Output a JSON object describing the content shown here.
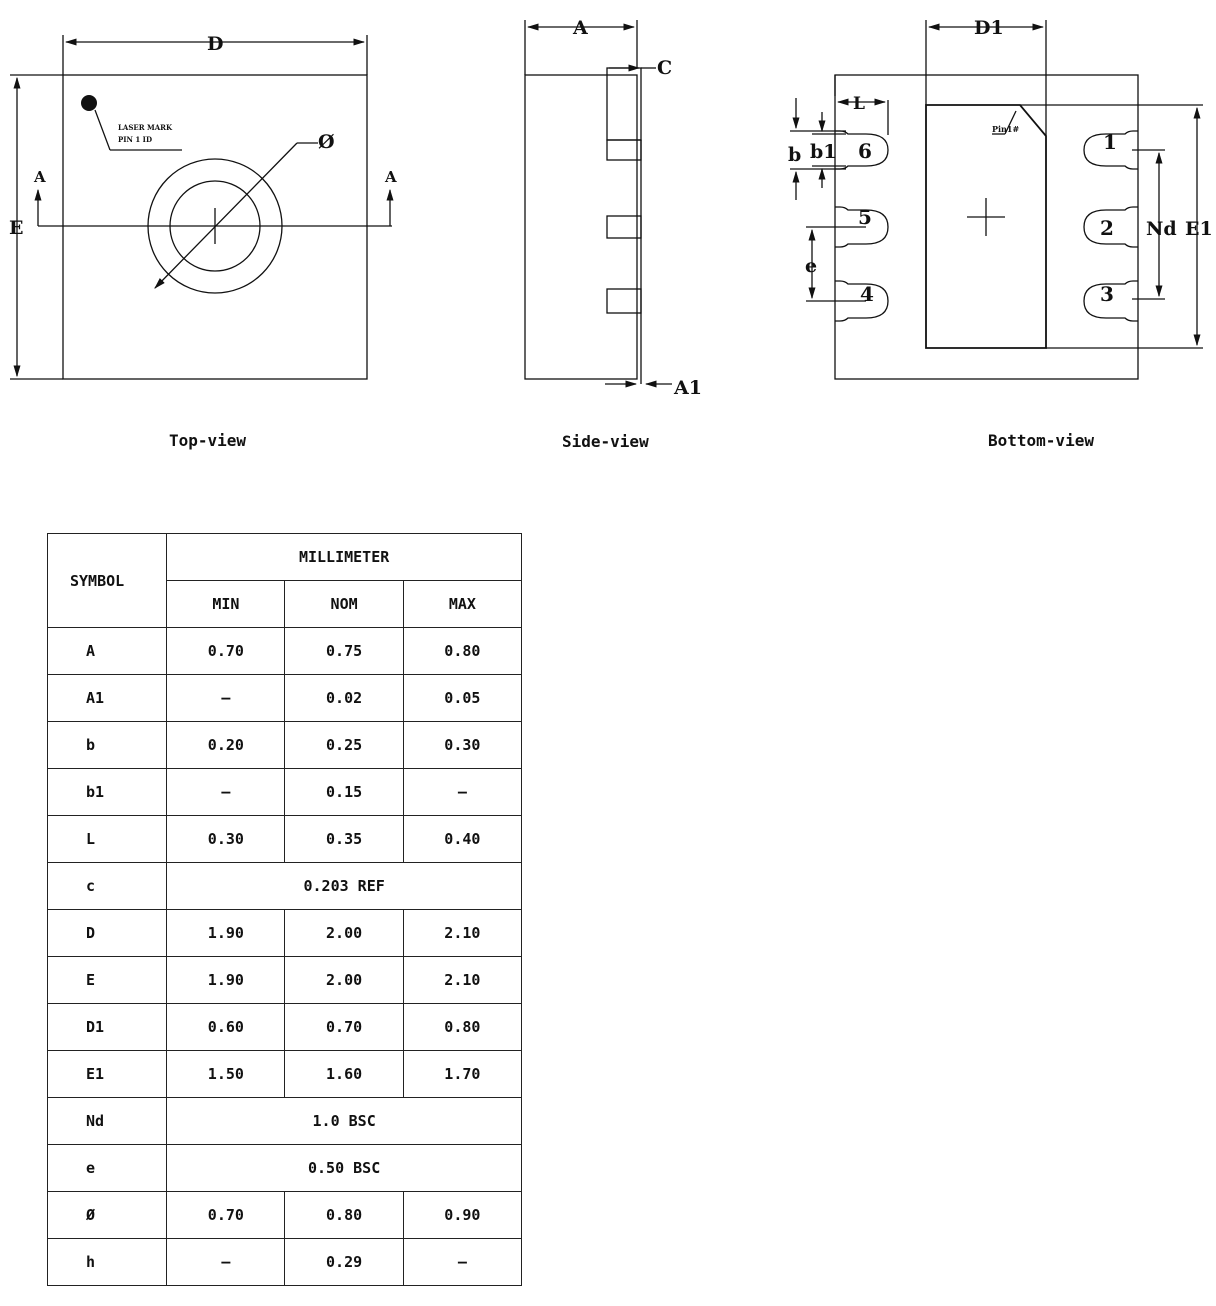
{
  "views": {
    "top": {
      "caption": "Top-view",
      "labels": {
        "D": "D",
        "E": "E",
        "phi": "Ø",
        "sectionA_left": "A",
        "sectionA_right": "A"
      },
      "laser_mark_line1": "LASER MARK",
      "laser_mark_line2": "PIN 1 ID"
    },
    "side": {
      "caption": "Side-view",
      "labels": {
        "A": "A",
        "C": "C",
        "A1": "A1"
      }
    },
    "bottom": {
      "caption": "Bottom-view",
      "labels": {
        "D1": "D1",
        "L": "L",
        "b": "b",
        "b1": "b1",
        "e": "e",
        "Nd": "Nd",
        "E1": "E1"
      },
      "pin1_tag": "Pin1#",
      "pins": [
        "1",
        "2",
        "3",
        "4",
        "5",
        "6"
      ]
    }
  },
  "table": {
    "symbol_header": "SYMBOL",
    "unit_header": "MILLIMETER",
    "min_header": "MIN",
    "nom_header": "NOM",
    "max_header": "MAX",
    "rows": [
      {
        "symbol": "A",
        "min": "0.70",
        "nom": "0.75",
        "max": "0.80"
      },
      {
        "symbol": "A1",
        "min": "—",
        "nom": "0.02",
        "max": "0.05"
      },
      {
        "symbol": "b",
        "min": "0.20",
        "nom": "0.25",
        "max": "0.30"
      },
      {
        "symbol": "b1",
        "min": "—",
        "nom": "0.15",
        "max": "—"
      },
      {
        "symbol": "L",
        "min": "0.30",
        "nom": "0.35",
        "max": "0.40"
      },
      {
        "symbol": "c",
        "span": "0.203 REF"
      },
      {
        "symbol": "D",
        "min": "1.90",
        "nom": "2.00",
        "max": "2.10"
      },
      {
        "symbol": "E",
        "min": "1.90",
        "nom": "2.00",
        "max": "2.10"
      },
      {
        "symbol": "D1",
        "min": "0.60",
        "nom": "0.70",
        "max": "0.80"
      },
      {
        "symbol": "E1",
        "min": "1.50",
        "nom": "1.60",
        "max": "1.70"
      },
      {
        "symbol": "Nd",
        "span": "1.0 BSC"
      },
      {
        "symbol": "e",
        "span": "0.50 BSC"
      },
      {
        "symbol": "Ø",
        "min": "0.70",
        "nom": "0.80",
        "max": "0.90"
      },
      {
        "symbol": "h",
        "min": "—",
        "nom": "0.29",
        "max": "—"
      }
    ]
  }
}
